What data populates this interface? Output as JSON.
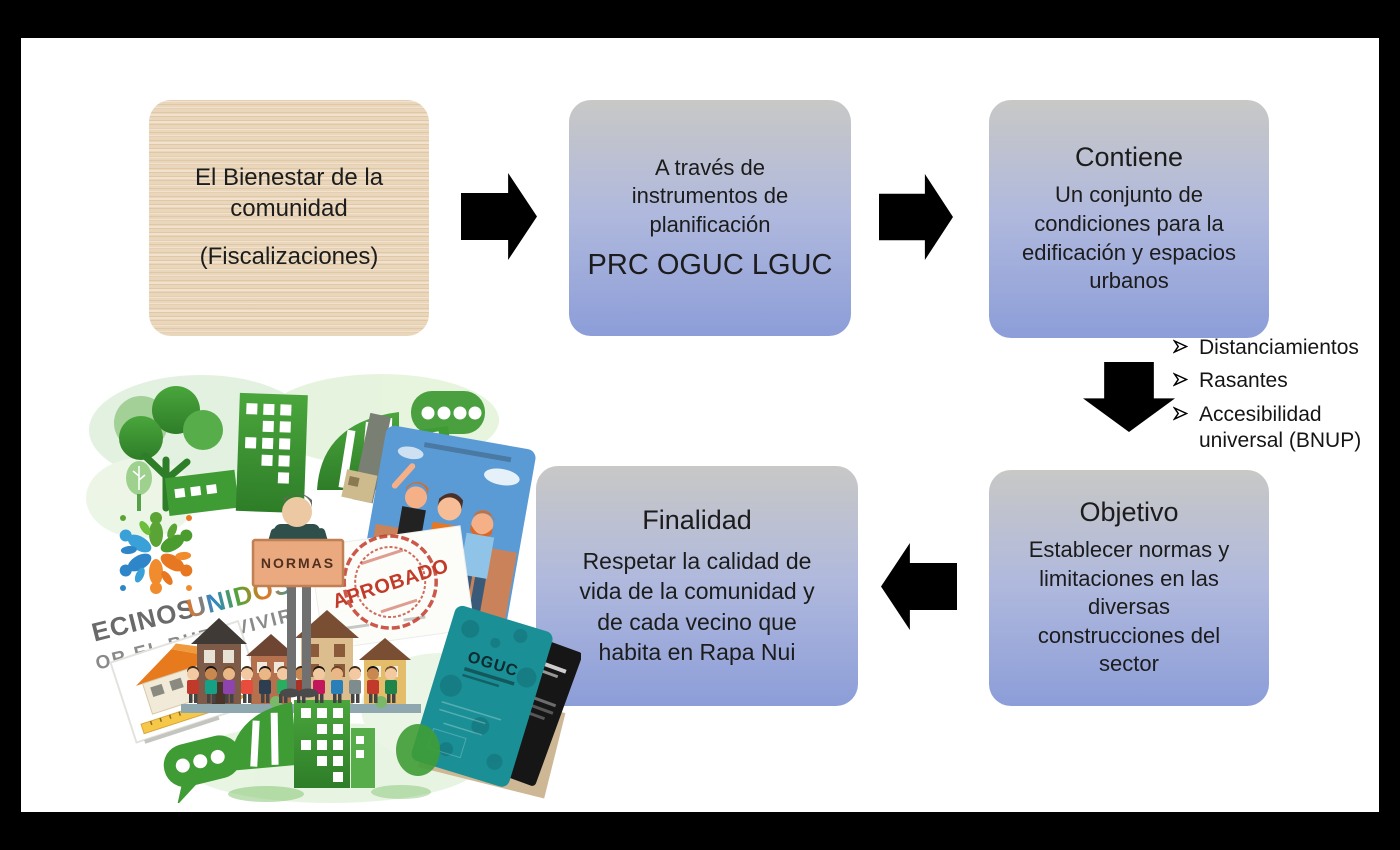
{
  "boxes": {
    "bienestar": {
      "line1": "El Bienestar de la comunidad",
      "line2": "(Fiscalizaciones)"
    },
    "instrumentos": {
      "body": "A través de instrumentos de planificación",
      "acronyms": "PRC OGUC LGUC"
    },
    "contiene": {
      "title": "Contiene",
      "body": "Un conjunto de condiciones para la edificación y espacios urbanos"
    },
    "objetivo": {
      "title": "Objetivo",
      "body": "Establecer normas y limitaciones en las diversas construcciones del sector"
    },
    "finalidad": {
      "title": "Finalidad",
      "body": "Respetar la calidad de vida de la comunidad y de cada vecino que habita en Rapa Nui"
    }
  },
  "bullets": [
    "Distanciamientos",
    "Rasantes",
    "Accesibilidad universal (BNUP)"
  ],
  "collage": {
    "sign_text": "NORMAS",
    "stamp_text": "APROBADO",
    "book_text": "OGUC",
    "logo_word1": "ECINOS",
    "logo_word2": "UNIDOS",
    "logo_line2": "OR EL BUEN VIVIR"
  },
  "colors": {
    "slide_bg": "#ffffff",
    "frame": "#000000",
    "box_gradient_top": "#c8c8c6",
    "box_gradient_bottom": "#8c9dd8",
    "wood_box": "#ead7bb",
    "arrow": "#000000",
    "stamp_red": "#c23b2a",
    "sign_tan": "#eaa97e",
    "book_teal": "#1b8f96",
    "green_dark": "#3f9c35",
    "green_light": "#a8d49a",
    "logo_blue": "#2e86c8",
    "logo_orange": "#e87722",
    "logo_green": "#5aa335",
    "card_sky": "#5b9bd5"
  }
}
